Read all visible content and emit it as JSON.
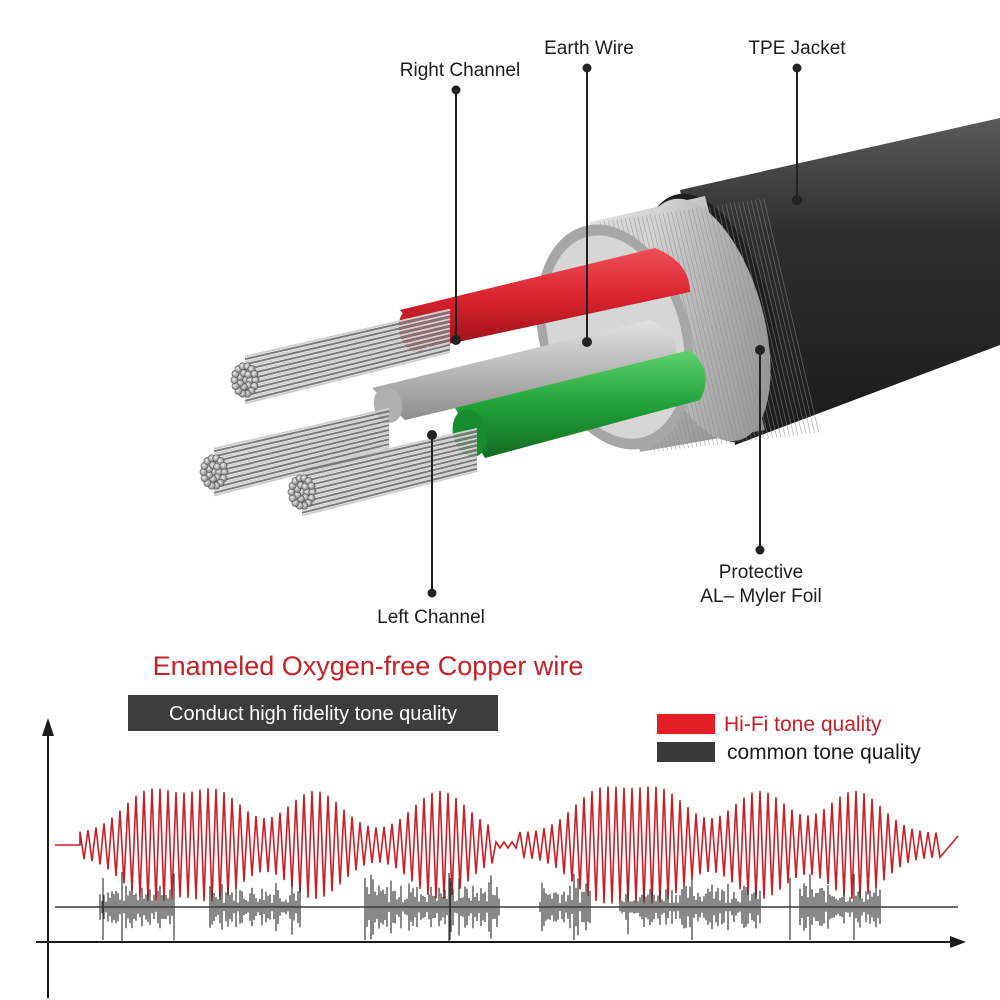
{
  "diagram": {
    "labels": {
      "right_channel": "Right Channel",
      "earth_wire": "Earth Wire",
      "tpe_jacket": "TPE Jacket",
      "protective_line1": "Protective",
      "protective_line2": "AL– Myler Foil",
      "left_channel": "Left Channel"
    },
    "colors": {
      "jacket": "#2b2b2b",
      "foil": "#b9b9b9",
      "right_insulation": "#d9232d",
      "left_insulation": "#21a339",
      "earth_insulation": "#bdbdbd",
      "copper_strands": "#a8a8a8"
    }
  },
  "headline": "Enameled Oxygen-free Copper wire",
  "subheadline": "Conduct high fidelity tone quality",
  "legend": [
    {
      "label": "Hi-Fi tone quality",
      "color": "#e31e26"
    },
    {
      "label": "common tone quality",
      "color": "#3a3a3a"
    }
  ],
  "waveform_colors": {
    "hifi": "#c62026",
    "common": "#3a3a3a",
    "axis": "#1a1a1a"
  }
}
